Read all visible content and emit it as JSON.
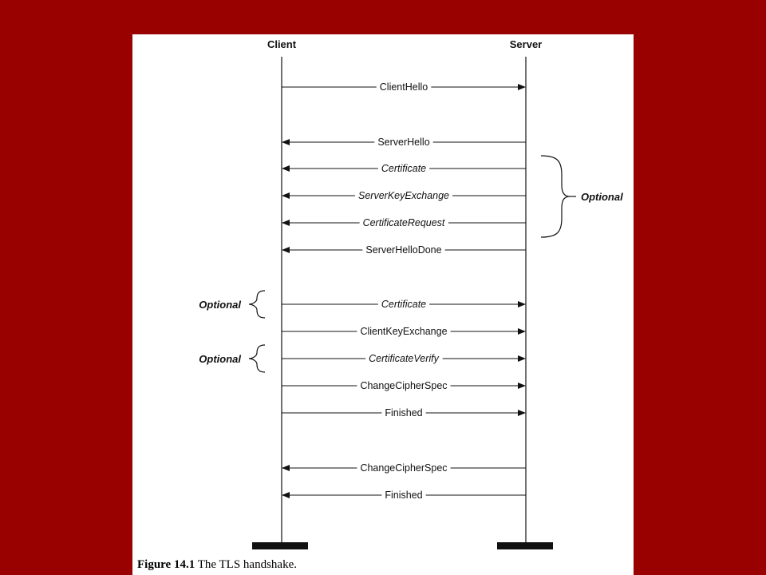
{
  "actors": {
    "client": "Client",
    "server": "Server"
  },
  "messages": [
    {
      "label": "ClientHello",
      "direction": "to-server",
      "italic": false
    },
    {
      "label": "ServerHello",
      "direction": "to-client",
      "italic": false
    },
    {
      "label": "Certificate",
      "direction": "to-client",
      "italic": true
    },
    {
      "label": "ServerKeyExchange",
      "direction": "to-client",
      "italic": true
    },
    {
      "label": "CertificateRequest",
      "direction": "to-client",
      "italic": true
    },
    {
      "label": "ServerHelloDone",
      "direction": "to-client",
      "italic": false
    },
    {
      "label": "Certificate",
      "direction": "to-server",
      "italic": true
    },
    {
      "label": "ClientKeyExchange",
      "direction": "to-server",
      "italic": false
    },
    {
      "label": "CertificateVerify",
      "direction": "to-server",
      "italic": true
    },
    {
      "label": "ChangeCipherSpec",
      "direction": "to-server",
      "italic": false
    },
    {
      "label": "Finished",
      "direction": "to-server",
      "italic": false
    },
    {
      "label": "ChangeCipherSpec",
      "direction": "to-client",
      "italic": false
    },
    {
      "label": "Finished",
      "direction": "to-client",
      "italic": false
    }
  ],
  "optional_groups": [
    {
      "label": "Optional",
      "side": "server",
      "covers": [
        2,
        4
      ]
    },
    {
      "label": "Optional",
      "side": "client",
      "covers": [
        6,
        6
      ]
    },
    {
      "label": "Optional",
      "side": "client",
      "covers": [
        8,
        8
      ]
    }
  ],
  "caption": {
    "number": "Figure 14.1",
    "text": "The TLS handshake."
  }
}
